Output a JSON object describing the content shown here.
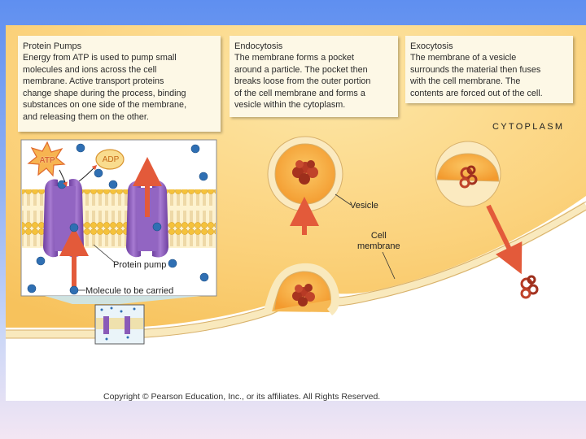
{
  "protein_pumps": {
    "title": "Protein Pumps",
    "lines": [
      "Energy from ATP is used to pump small",
      "molecules and ions across the cell",
      "membrane. Active transport proteins",
      "change shape during the process, binding",
      "substances on one side of the membrane,",
      "and releasing them on the other."
    ]
  },
  "endocytosis": {
    "title": "Endocytosis",
    "lines": [
      "The membrane forms a pocket",
      "around a particle. The pocket then",
      "breaks loose from the outer portion",
      "of the cell membrane and forms a",
      "vesicle within the cytoplasm."
    ]
  },
  "exocytosis": {
    "title": "Exocytosis",
    "lines": [
      "The membrane of a vesicle",
      "surrounds the material then fuses",
      "with the cell membrane. The",
      "contents are forced out of the cell."
    ]
  },
  "labels": {
    "cytoplasm": "CYTOPLASM",
    "vesicle": "Vesicle",
    "cell_membrane_line1": "Cell",
    "cell_membrane_line2": "membrane",
    "protein_pump": "Protein pump",
    "molecule": "Molecule to be carried",
    "atp": "ATP",
    "adp": "ADP"
  },
  "copyright": "Copyright © Pearson Education, Inc., or its affiliates.  All Rights Reserved.",
  "colors": {
    "cytoplasm_bg": "#fbd88a",
    "membrane": "#f7e4b4",
    "vesicle_inner": "#f9b44a",
    "pump_purple": "#8a5bb8",
    "arrow_red": "#e35a3a",
    "molecule_blue": "#2f6fb3",
    "particle_red": "#b73a25"
  }
}
